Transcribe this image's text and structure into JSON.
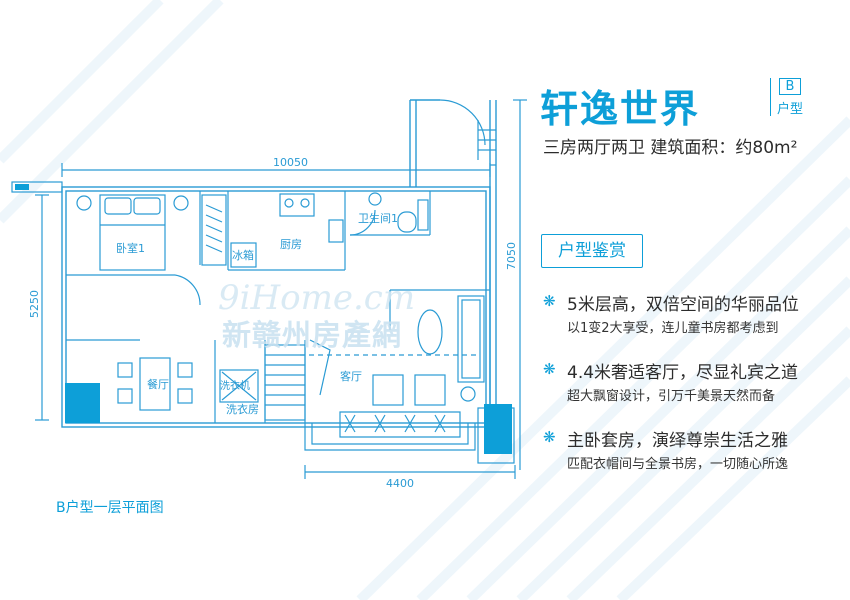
{
  "colors": {
    "accent": "#0d9fd8",
    "text": "#2c2c2c",
    "plan_line": "#2a9bd4",
    "plan_fill": "#d3ecf8"
  },
  "header": {
    "title": "轩逸世界",
    "type_letter": "B",
    "type_label": "户型",
    "subtitle": "三房两厅两卫   建筑面积：约80m²"
  },
  "section": {
    "label": "户型鉴赏"
  },
  "features": [
    {
      "icon": "snowflake-bullet-icon",
      "headline": "5米层高，双倍空间的华丽品位",
      "description": "以1变2大享受，连儿童书房都考虑到"
    },
    {
      "icon": "snowflake-bullet-icon",
      "headline": "4.4米奢适客厅，尽显礼宾之道",
      "description": "超大飘窗设计，引万千美景天然而备"
    },
    {
      "icon": "snowflake-bullet-icon",
      "headline": "主卧套房，演绎尊崇生活之雅",
      "description": "匹配衣帽间与全景书房，一切随心所逸"
    }
  ],
  "floorplan": {
    "caption": "B户型一层平面图",
    "dimensions": {
      "top": "10050",
      "left": "5250",
      "right": "7050",
      "bottom": "4400"
    },
    "rooms": {
      "bedroom": "卧室1",
      "kitchen": "厨房",
      "fridge": "冰箱",
      "bathroom": "卫生间1",
      "dining": "餐厅",
      "living": "客厅",
      "washer": "洗衣机",
      "laundry": "洗衣房"
    }
  },
  "watermark": {
    "script": "9iHome.cm",
    "chinese": "新赣州房產網"
  }
}
